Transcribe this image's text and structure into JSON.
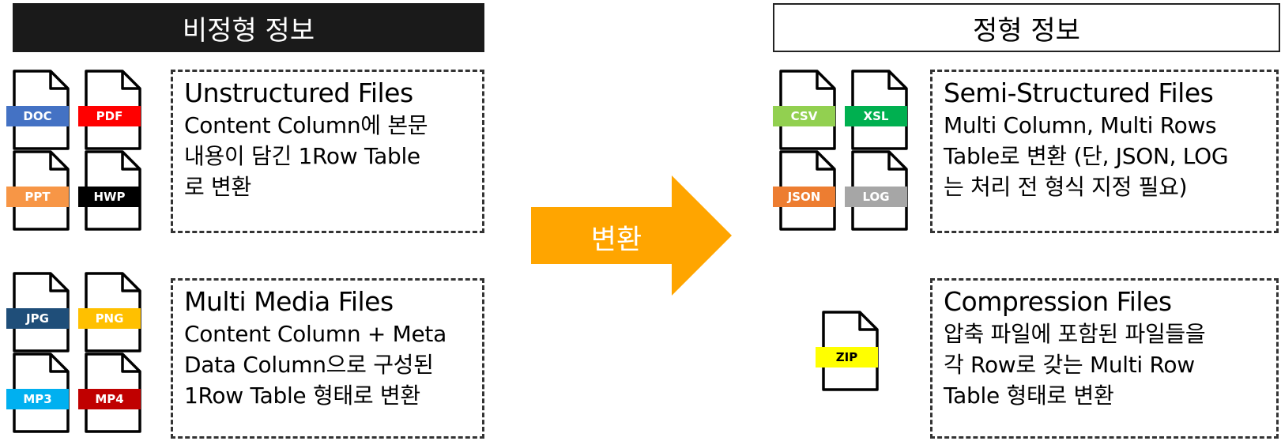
{
  "left_header": "비정형 정보",
  "right_header": "정형 정보",
  "arrow_label": "변환",
  "unstructured": {
    "title": "Unstructured Files",
    "desc": "Content Column에 본문\n내용이 담긴 1Row Table\n로 변환",
    "files": [
      {
        "label": "DOC",
        "color": "#4472C4"
      },
      {
        "label": "PDF",
        "color": "#FF0000"
      },
      {
        "label": "PPT",
        "color": "#F79646"
      },
      {
        "label": "HWP",
        "color": "#000000"
      }
    ]
  },
  "multimedia": {
    "title": "Multi Media Files",
    "desc": "Content Column + Meta\nData Column으로 구성된\n1Row Table 형태로 변환",
    "files": [
      {
        "label": "JPG",
        "color": "#1F4E79"
      },
      {
        "label": "PNG",
        "color": "#FFC000"
      },
      {
        "label": "MP3",
        "color": "#00B0F0"
      },
      {
        "label": "MP4",
        "color": "#C00000"
      }
    ]
  },
  "semi": {
    "title": "Semi-Structured Files",
    "desc": "Multi Column, Multi Rows\nTable로 변환 (단, JSON, LOG\n는 처리 전 형식 지정 필요)",
    "files": [
      {
        "label": "CSV",
        "color": "#92D050"
      },
      {
        "label": "XSL",
        "color": "#00B050"
      },
      {
        "label": "JSON",
        "color": "#ED7D31"
      },
      {
        "label": "LOG",
        "color": "#A6A6A6"
      }
    ]
  },
  "compression": {
    "title": "Compression Files",
    "desc": "압축 파일에 포함된 파일들을\n각 Row로 갖는 Multi Row\nTable 형태로 변환",
    "files": [
      {
        "label": "ZIP",
        "color": "#FFFF00"
      }
    ]
  },
  "colors": {
    "arrow": "#FFA500",
    "header_dark": "#1A1A1A",
    "zip_text": "#000000"
  }
}
